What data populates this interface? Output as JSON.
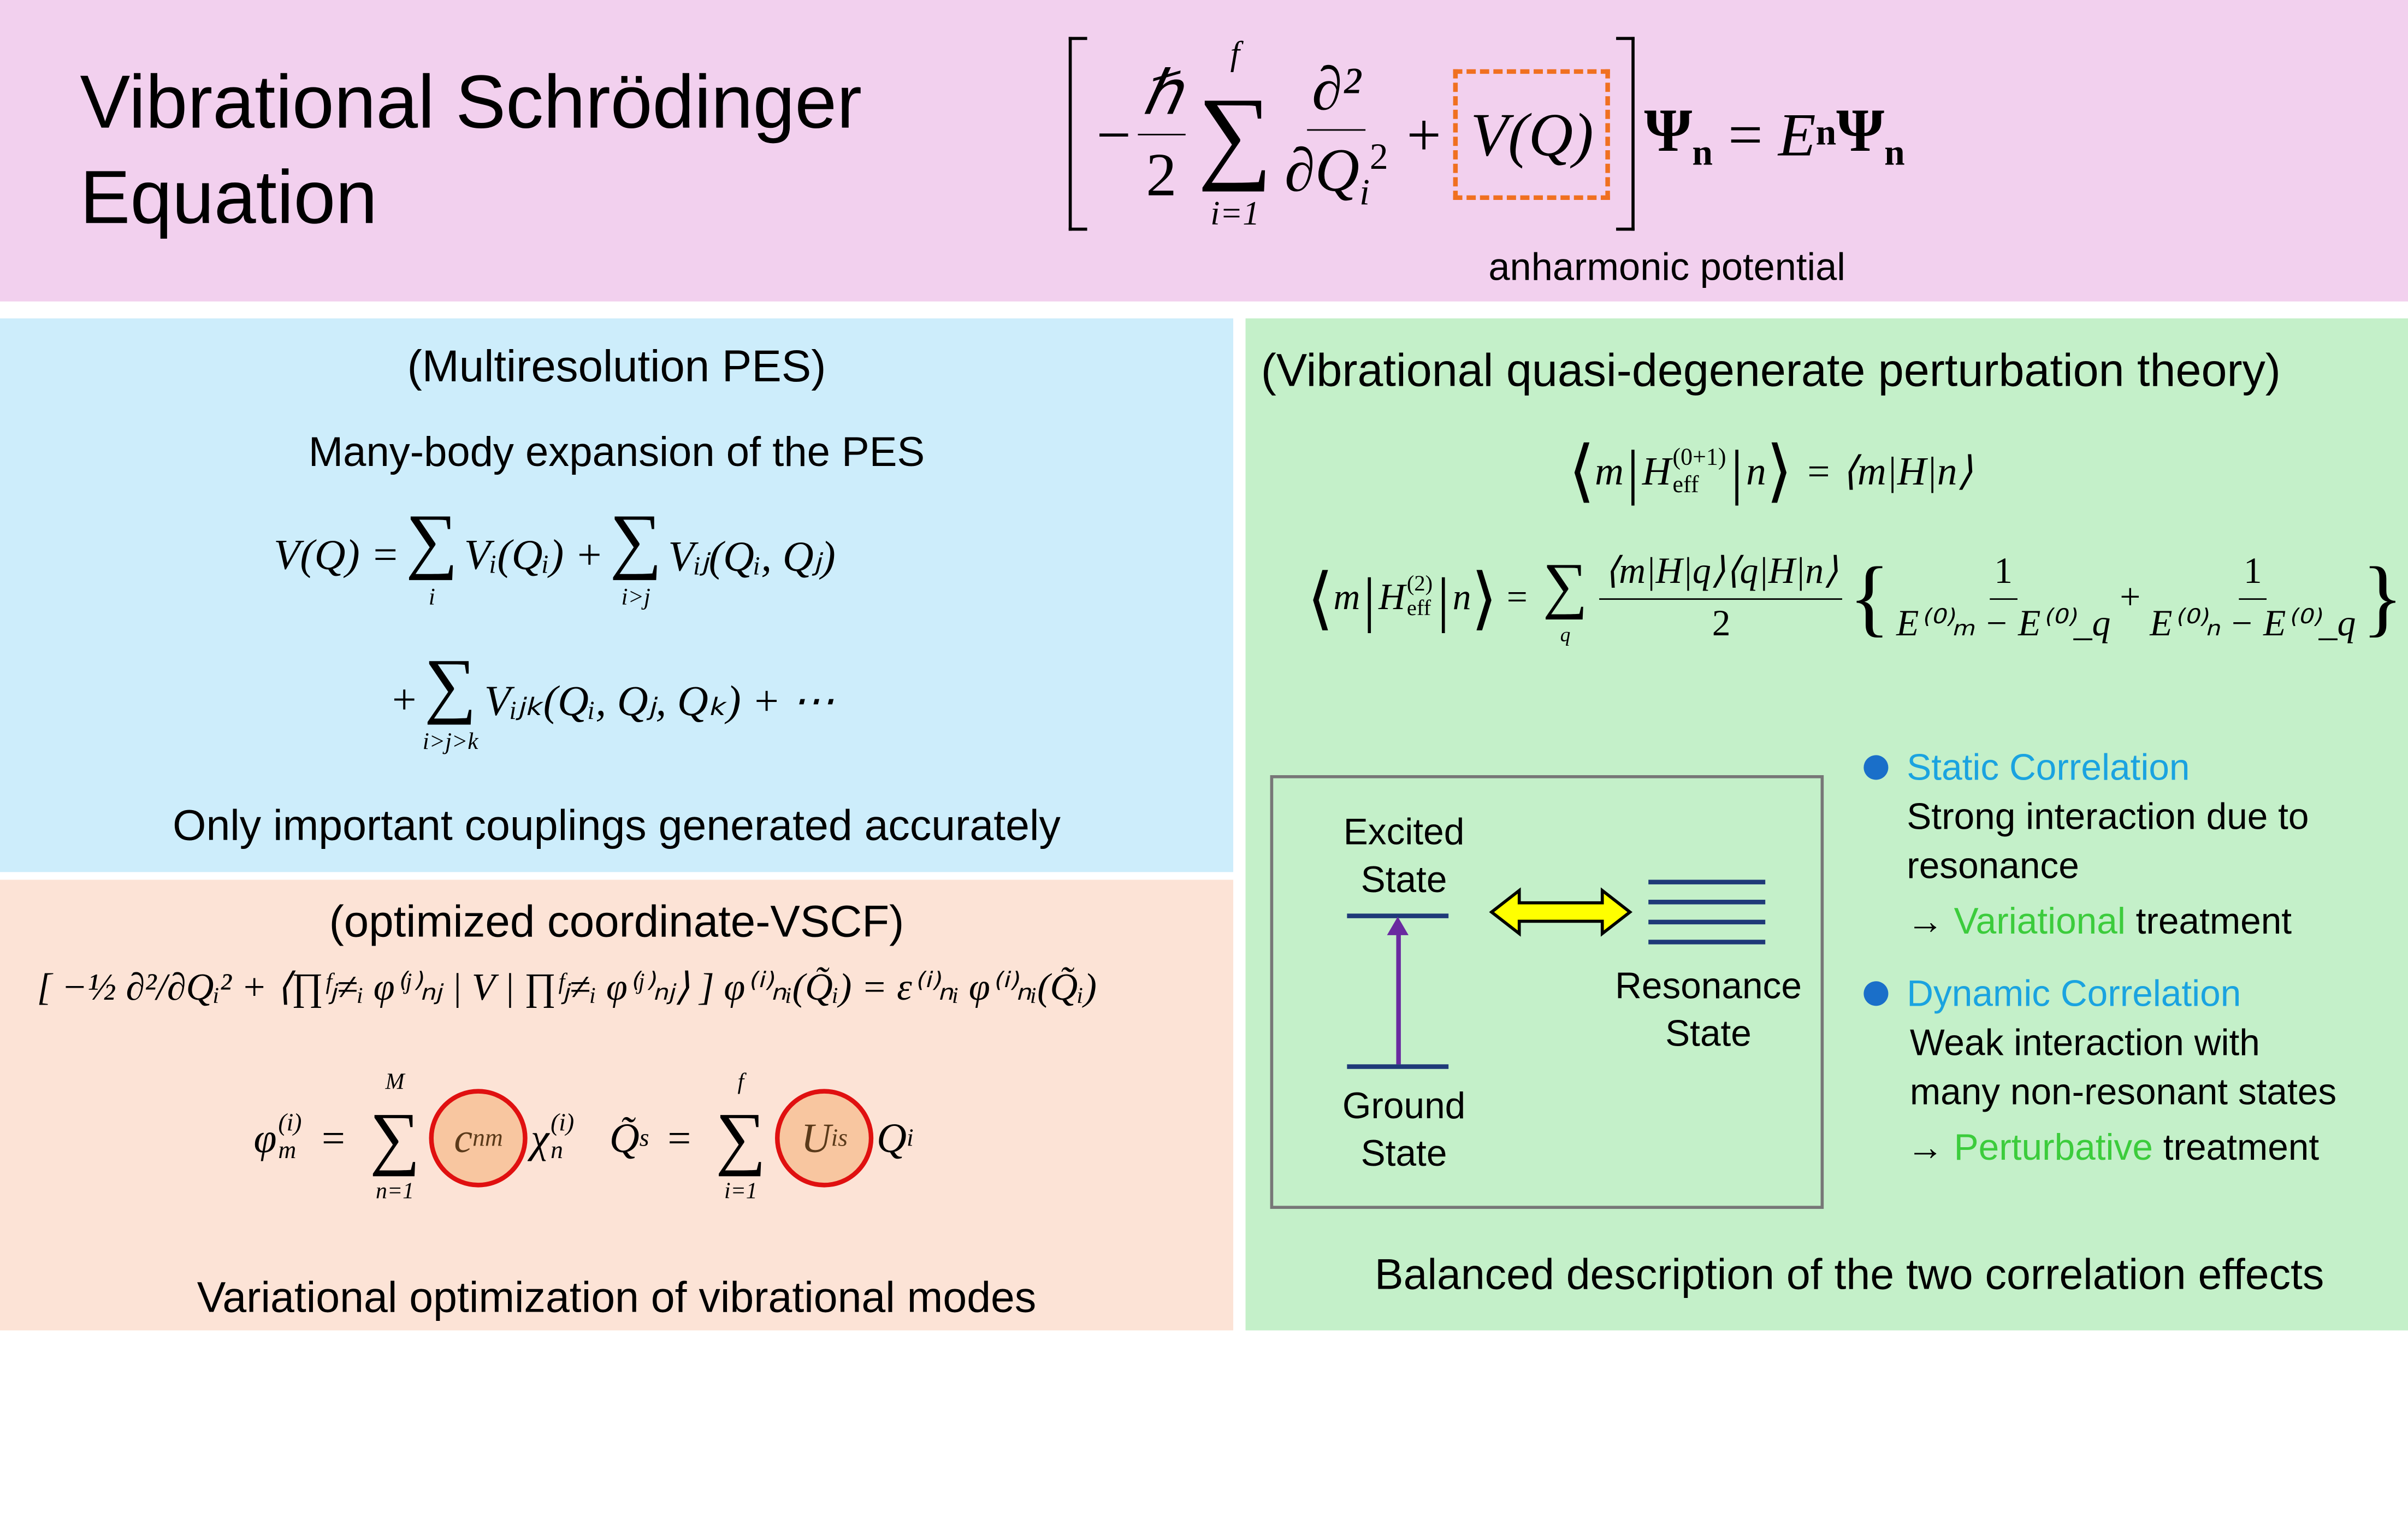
{
  "header": {
    "title_line1": "Vibrational Schrödinger",
    "title_line2": "Equation",
    "equation": {
      "hbar": "ℏ",
      "two": "2",
      "sum_top": "f",
      "sum_bottom": "i=1",
      "partial_num": "∂²",
      "partial_den": "∂Q",
      "potential": "V(Q)",
      "rhs": "Ψ",
      "sub_n": "n",
      "eq": "=",
      "E": "E"
    },
    "potential_label": "anharmonic potential"
  },
  "pes_panel": {
    "title": "(Multiresolution PES)",
    "subtitle": "Many-body expansion of the PES",
    "eq_line1": {
      "lhs": "V(Q) =",
      "term1": "Vᵢ(Qᵢ) +",
      "sum1_bottom": "i",
      "term2": "Vᵢⱼ(Qᵢ, Qⱼ)",
      "sum2_bottom": "i>j"
    },
    "eq_line2": {
      "plus": "+",
      "term3": "Vᵢⱼₖ(Qᵢ, Qⱼ, Qₖ) + ⋯",
      "sum3_bottom": "i>j>k"
    },
    "footer": "Only important couplings generated accurately"
  },
  "vscf_panel": {
    "title": "(optimized coordinate-VSCF)",
    "eq_main": "[ −½ ∂²/∂Qᵢ² + ⟨∏ᶠⱼ≠ᵢ φ⁽ʲ⁾ₙⱼ | V | ∏ᶠⱼ≠ᵢ φ⁽ʲ⁾ₙⱼ⟩ ] φ⁽ⁱ⁾ₙᵢ(Q̃ᵢ) = ε⁽ⁱ⁾ₙᵢ φ⁽ⁱ⁾ₙᵢ(Q̃ᵢ)",
    "eq_phi": {
      "lhs": "φ",
      "sup": "(i)",
      "sub": "m",
      "eq": "=",
      "top": "M",
      "bottom": "n=1",
      "coef": "c",
      "coef_sub": "nm",
      "chi": "χ",
      "chi_sup": "(i)",
      "chi_sub": "n"
    },
    "eq_q": {
      "lhs": "Q̃",
      "sub": "s",
      "eq": "=",
      "top": "f",
      "bottom": "i=1",
      "coef": "U",
      "coef_sub": "is",
      "q": "Q",
      "q_sub": "i"
    },
    "footer": "Variational optimization of vibrational modes"
  },
  "vqdpt_panel": {
    "title": "(Vibrational quasi-degenerate perturbation theory)",
    "eq1": {
      "lhs_m": "m",
      "H": "H",
      "sup": "(0+1)",
      "sub": "eff",
      "lhs_n": "n",
      "rhs": "= ⟨m|H|n⟩"
    },
    "eq2": {
      "H": "H",
      "sup": "(2)",
      "sub": "eff",
      "sum_bottom": "q",
      "num": "⟨m|H|q⟩⟨q|H|n⟩",
      "den": "2",
      "one": "1",
      "den1": "E⁽⁰⁾ₘ − E⁽⁰⁾_q",
      "den2": "E⁽⁰⁾ₙ − E⁽⁰⁾_q"
    },
    "diagram": {
      "excited": "Excited State",
      "ground": "Ground State",
      "resonance": "Resonance State"
    },
    "static": {
      "heading": "Static Correlation",
      "desc": "Strong interaction due to resonance",
      "arrow": "→",
      "method": "Variational",
      "suffix": "treatment"
    },
    "dynamic": {
      "heading": "Dynamic Correlation",
      "desc": "Weak interaction with many non-resonant states",
      "arrow": "→",
      "method": "Perturbative",
      "suffix": "treatment"
    },
    "footer": "Balanced description of the two correlation effects"
  },
  "colors": {
    "header_bg": "#f2d0ee",
    "pes_bg": "#cdedfb",
    "vscf_bg": "#fce3d6",
    "vqdpt_bg": "#c4f0c9",
    "accent_blue": "#1aa3e0",
    "accent_green": "#3ccc3c",
    "bullet": "#1a6fc9",
    "highlight_orange": "#f07020",
    "circle_red": "#e01010"
  }
}
